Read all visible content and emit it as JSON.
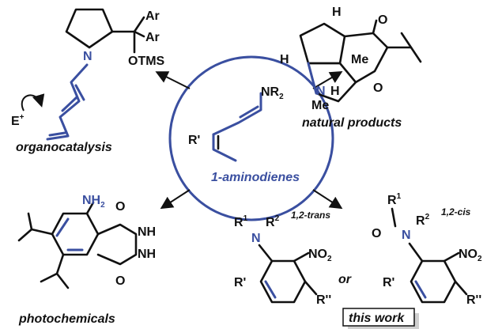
{
  "center": {
    "label": "1-aminodienes",
    "amine": "NR",
    "amine_sub": "2",
    "r_prime": "R'"
  },
  "captions": {
    "organocatalysis": "organocatalysis",
    "natural_products": "natural products",
    "photochemicals": "photochemicals",
    "this_work": "this work",
    "or": "or"
  },
  "organocat": {
    "ar1": "Ar",
    "ar2": "Ar",
    "otms": "OTMS",
    "n": "N",
    "e": "E",
    "e_sup": "+"
  },
  "natural": {
    "h_top": "H",
    "h_left": "H",
    "me_center": "Me",
    "h_bottom": "H",
    "o_ring": "O",
    "o_carbonyl": "O",
    "n": "N",
    "me_n": "Me"
  },
  "photo": {
    "nh2": "NH",
    "nh2_sub": "2",
    "o_top": "O",
    "nh_a": "NH",
    "nh_b": "NH",
    "o_bottom": "O"
  },
  "product1": {
    "r1": "R",
    "r1_sup": "1",
    "n": "N",
    "r2": "R",
    "r2_sup": "2",
    "stereo": "1,2-trans",
    "no2": "NO",
    "no2_sub": "2",
    "r_prime": "R'",
    "r_dprime": "R''"
  },
  "product2": {
    "r1": "R",
    "r1_sup": "1",
    "o": "O",
    "n": "N",
    "r2": "R",
    "r2_sup": "2",
    "stereo": "1,2-cis",
    "no2": "NO",
    "no2_sub": "2",
    "r_prime": "R'",
    "r_dprime": "R''"
  },
  "colors": {
    "accent": "#3a4fa0",
    "ink": "#111111",
    "work_box": "#cfcfcf"
  }
}
